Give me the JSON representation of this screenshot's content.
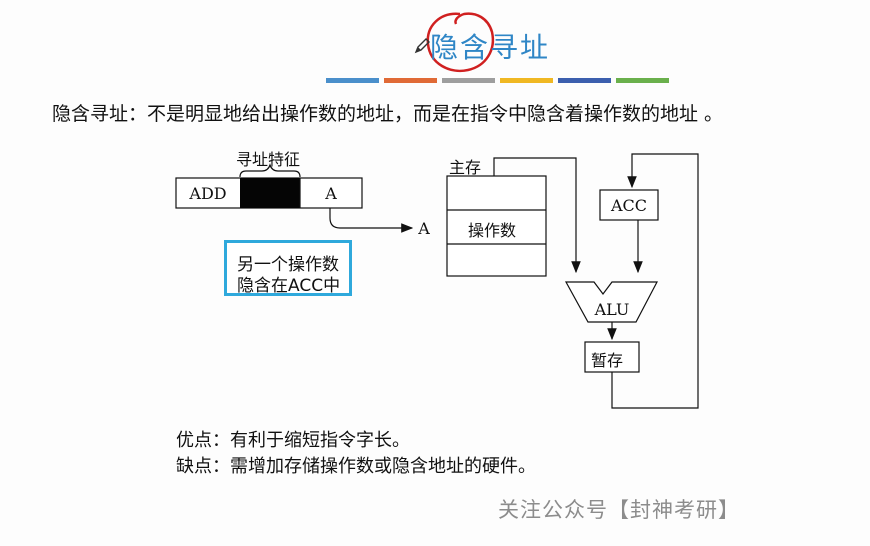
{
  "slide": {
    "title": "隐含寻址",
    "definition": "隐含寻址：不是明显地给出操作数的地址，而是在指令中隐含着操作数的地址 。",
    "color_bar": [
      "#4a8fcb",
      "#e06a36",
      "#9e9e9e",
      "#f0b823",
      "#3c5fae",
      "#6ab04c"
    ]
  },
  "instruction": {
    "feature_label": "寻址特征",
    "opcode": "ADD",
    "address_field": "A",
    "arrow_target": "A"
  },
  "note": {
    "line1": "另一个操作数",
    "line2": "隐含在ACC中"
  },
  "memory": {
    "label": "主存",
    "cell_label": "操作数"
  },
  "cpu": {
    "acc": "ACC",
    "alu": "ALU",
    "temp": "暂存"
  },
  "summary": {
    "pros": "优点：有利于缩短指令字长。",
    "cons": "缺点：需增加存储操作数或隐含地址的硬件。"
  },
  "watermark": "关注公众号【封神考研】"
}
